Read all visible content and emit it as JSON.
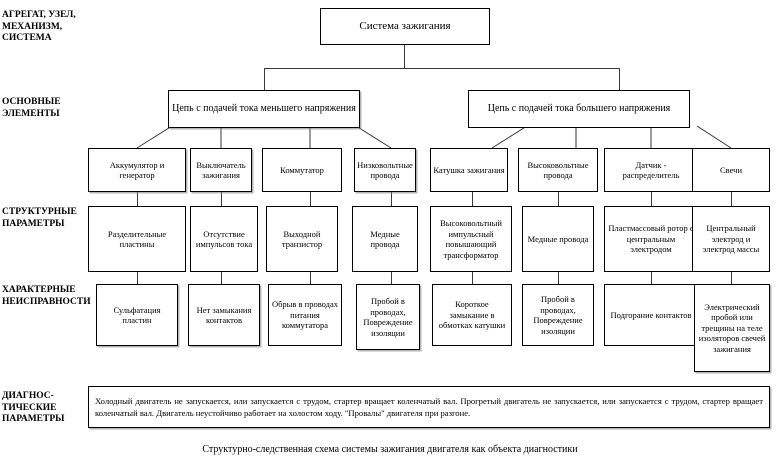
{
  "diagram": {
    "caption": "Структурно-следственная схема системы зажигания двигателя как объекта диагностики",
    "row_labels": {
      "level1": "АГРЕГАТ, УЗЕЛ,\nМЕХАНИЗМ,\n СИСТЕМА",
      "level2": "ОСНОВНЫЕ\nЭЛЕМЕНТЫ",
      "level3": "СТРУКТУРНЫЕ\nПАРАМЕТРЫ",
      "level4": "ХАРАКТЕРНЫЕ\nНЕИСПРАВНОСТИ",
      "level5": "ДИАГНОС-\nТИЧЕСКИЕ\nПАРАМЕТРЫ"
    },
    "root": {
      "label": "Система зажигания"
    },
    "branches": [
      {
        "label": "Цепь с подачей тока меньшего напряжения"
      },
      {
        "label": "Цепь с подачей тока большего напряжения"
      }
    ],
    "elements": [
      {
        "label": "Аккумулятор и генератор"
      },
      {
        "label": "Выключатель зажигания"
      },
      {
        "label": "Коммутатор"
      },
      {
        "label": "Низковольтные провода"
      },
      {
        "label": "Катушка зажигания"
      },
      {
        "label": "Высоковольтные провода"
      },
      {
        "label": "Датчик - распределитель"
      },
      {
        "label": "Свечи"
      }
    ],
    "structural_parameters": [
      {
        "label": "Разделительные пластины"
      },
      {
        "label": "Отсутствие импульсов тока"
      },
      {
        "label": "Выходной транзистор"
      },
      {
        "label": "Медные провода"
      },
      {
        "label": "Высоковольтный импульсный повышающий трансформатор"
      },
      {
        "label": "Медные провода"
      },
      {
        "label": "Пластмассовый ротор с центральным электродом"
      },
      {
        "label": "Центральный электрод и электрод массы"
      }
    ],
    "faults": [
      {
        "label": "Сульфатация пластин"
      },
      {
        "label": "Нет замыкания контактов"
      },
      {
        "label": "Обрыв в проводах питания коммутатора"
      },
      {
        "label": "Пробой в проводах, Повреждение изоляции"
      },
      {
        "label": "Короткое замыкание в обмотках катушки"
      },
      {
        "label": "Пробой в проводах, Повреждение изоляции"
      },
      {
        "label": "Подгорание контактов"
      },
      {
        "label": "Электрический пробой или трещины на теле изоляторов свечей зажигания"
      }
    ],
    "diagnostic_parameters": {
      "text": "Холодный двигатель не запускается, или запускается с трудом, стартер вращает коленчатый вал. Прогретый двигатель не запускается, или запускается с  трудом, стартер вращает коленчатый вал. Двигатель неустойчиво работает на холостом ходу. \"Провалы\" двигателя при разгоне."
    }
  }
}
